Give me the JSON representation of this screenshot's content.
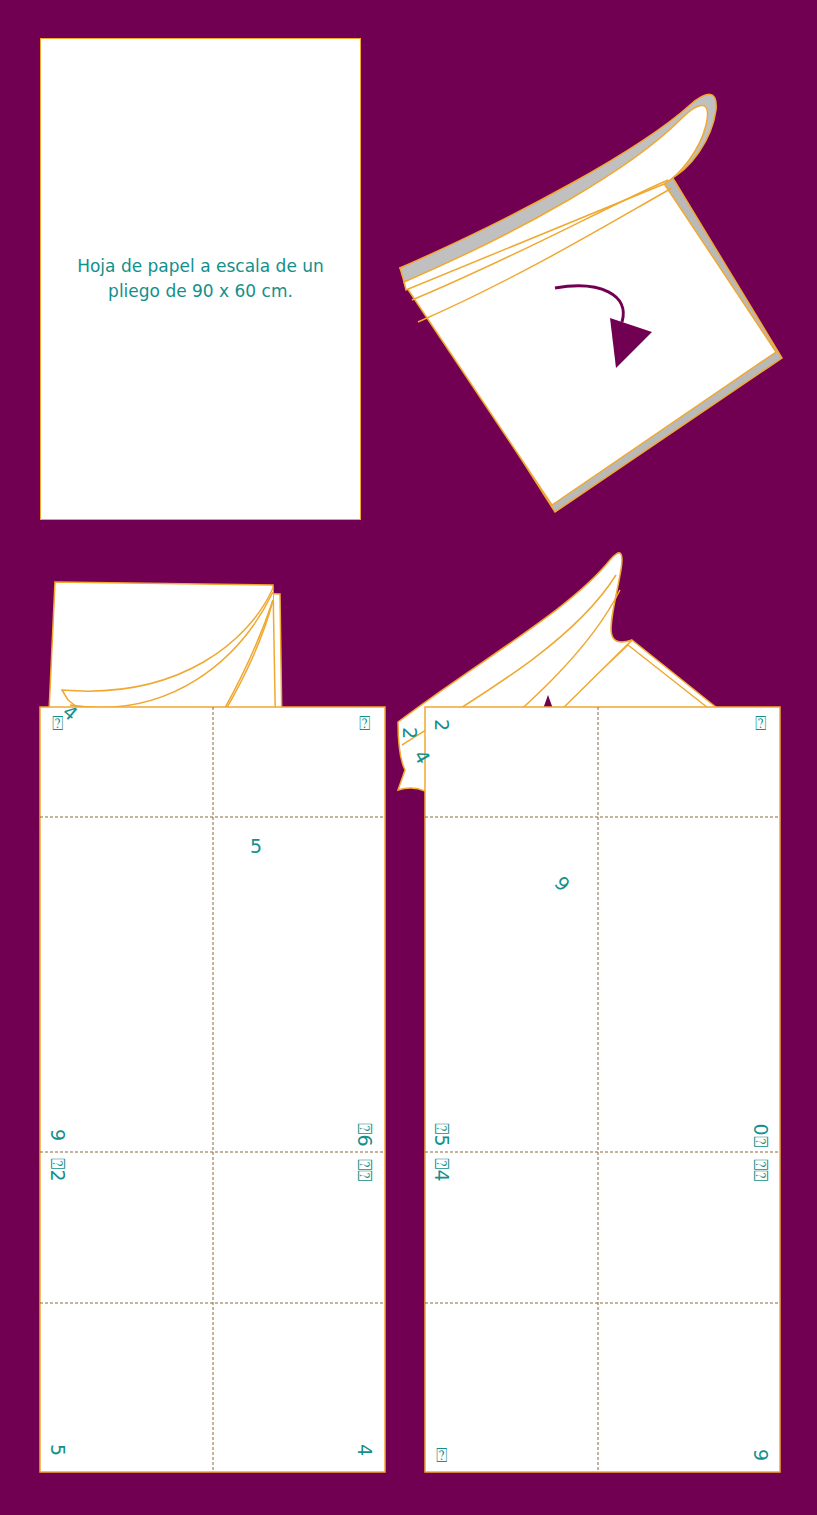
{
  "diagram": {
    "nodes": [
      {
        "text": [
          "Hoja de papel a escala de un pliego de 90 x 60 cm."
        ]
      }
    ],
    "labels": [
      "4",
      "5",
      "2",
      "4",
      "9",
      "⍰",
      "⍰",
      "9",
      "⍰6",
      "⍰2",
      "⍰⍰",
      "5",
      "4",
      "2",
      "⍰",
      "⍰5",
      "0⍰",
      "⍰4",
      "⍰⍰",
      "⍰",
      "9"
    ]
  }
}
